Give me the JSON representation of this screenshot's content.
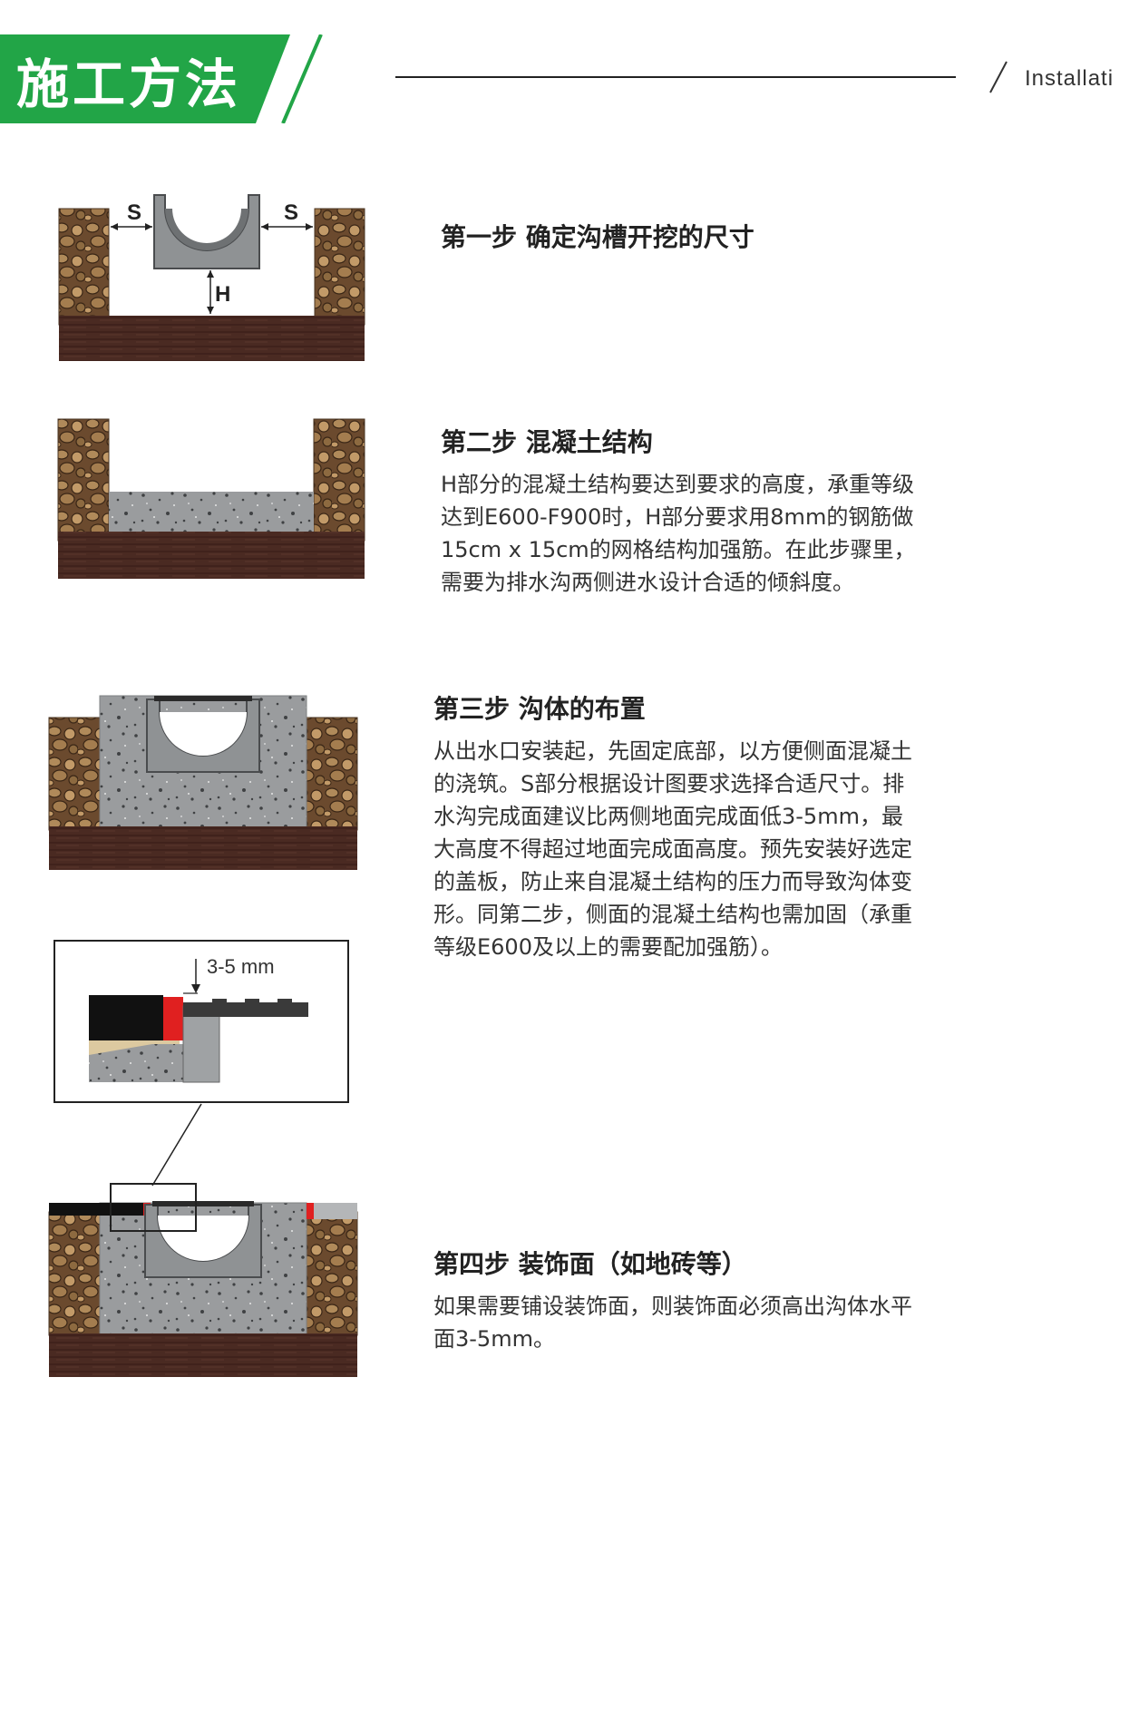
{
  "header": {
    "title": "施工方法",
    "subtitle": "Installati"
  },
  "colors": {
    "brand_green": "#22a547",
    "soil": "#6b4a2e",
    "base": "#4a2a22",
    "concrete": "#9a9c9e",
    "accent_red": "#e02020"
  },
  "figures": {
    "step1": {
      "label_s_left": "S",
      "label_s_right": "S",
      "label_h": "H"
    },
    "callout": {
      "dimension": "3-5 mm"
    }
  },
  "steps": [
    {
      "title": "第一步 确定沟槽开挖的尺寸",
      "body": ""
    },
    {
      "title": "第二步 混凝土结构",
      "body": "H部分的混凝土结构要达到要求的高度，承重等级达到E600-F900时，H部分要求用8mm的钢筋做15cm x 15cm的网格结构加强筋。在此步骤里，需要为排水沟两侧进水设计合适的倾斜度。"
    },
    {
      "title": "第三步 沟体的布置",
      "body": "从出水口安装起，先固定底部，以方便侧面混凝土的浇筑。S部分根据设计图要求选择合适尺寸。排水沟完成面建议比两侧地面完成面低3-5mm，最大高度不得超过地面完成面高度。预先安装好选定的盖板，防止来自混凝土结构的压力而导致沟体变形。同第二步，侧面的混凝土结构也需加固（承重等级E600及以上的需要配加强筋）。"
    },
    {
      "title": "第四步 装饰面（如地砖等）",
      "body": "如果需要铺设装饰面，则装饰面必须高出沟体水平面3-5mm。"
    }
  ]
}
